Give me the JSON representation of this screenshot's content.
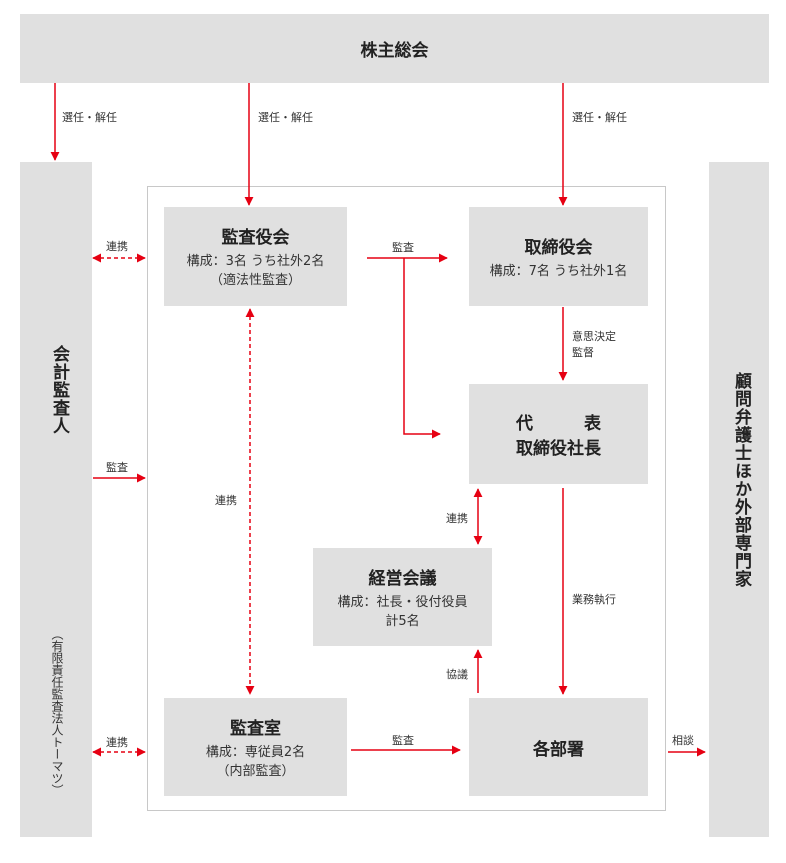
{
  "nodes": {
    "shareholders": {
      "title": "株主総会"
    },
    "auditor": {
      "title": "会計監査人",
      "note": "（有限責任監査法人トーマツ）"
    },
    "audit_board": {
      "title": "監査役会",
      "line1": "構成：3名 うち社外2名",
      "line2": "（適法性監査）"
    },
    "board": {
      "title": "取締役会",
      "line1": "構成：7名 うち社外1名"
    },
    "president": {
      "title_line1": "代　　　表",
      "title_line2": "取締役社長"
    },
    "mgmt": {
      "title": "経営会議",
      "line1": "構成：社長・役付役員",
      "line2": "計5名"
    },
    "audit_office": {
      "title": "監査室",
      "line1": "構成：専従員2名",
      "line2": "（内部監査）"
    },
    "departments": {
      "title": "各部署"
    },
    "advisors": {
      "title": "顧問弁護士ほか外部専門家"
    }
  },
  "labels": {
    "elect1": "選任・解任",
    "elect2": "選任・解任",
    "elect3": "選任・解任",
    "coop_top": "連携",
    "audit_mid": "監査",
    "audit_board_to_board": "監査",
    "decision_line1": "意思決定",
    "decision_line2": "監督",
    "coop_vertical": "連携",
    "coop_pres_mgmt": "連携",
    "exec": "業務執行",
    "consult": "協議",
    "coop_bottom": "連携",
    "audit_office_to_dept": "監査",
    "advice": "相談"
  },
  "colors": {
    "box": "#e0e0e0",
    "arrow": "#e60012",
    "frame": "#c8c8c8"
  }
}
